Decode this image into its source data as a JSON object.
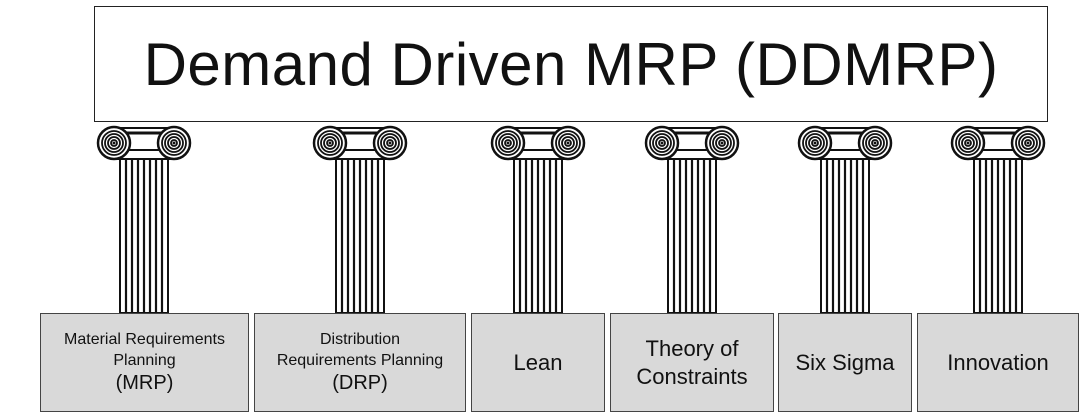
{
  "title": "Demand Driven MRP (DDMRP)",
  "pillars": [
    {
      "lines": [
        "Material Requirements",
        "Planning",
        "(MRP)"
      ]
    },
    {
      "lines": [
        "Distribution",
        "Requirements Planning",
        "(DRP)"
      ]
    },
    {
      "lines": [
        "Lean"
      ]
    },
    {
      "lines": [
        "Theory of",
        "Constraints"
      ]
    },
    {
      "lines": [
        "Six Sigma"
      ]
    },
    {
      "lines": [
        "Innovation"
      ]
    }
  ]
}
